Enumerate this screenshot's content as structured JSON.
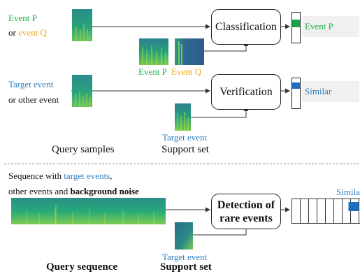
{
  "colors": {
    "event_p": "#1fb24a",
    "event_q": "#f2a81c",
    "target": "#2f7fc4",
    "meter_fill_green": "#17a34a",
    "meter_fill_blue": "#1f6fbf",
    "result_bg": "#f0f0f0"
  },
  "panel1": {
    "query_line1": "Event P",
    "query_line2_prefix": "or ",
    "query_line2_colored": "event Q",
    "support_label_p": "Event P",
    "support_label_q": "Event Q",
    "box_label": "Classification",
    "result": "Event P"
  },
  "panel2": {
    "query_line1": "Target event",
    "query_line2": "or other event",
    "support_label": "Target event",
    "box_label": "Verification",
    "result": "Similar"
  },
  "captions_top": {
    "query": "Query samples",
    "support": "Support set"
  },
  "panel3": {
    "title_prefix": "Sequence with ",
    "title_colored": "target events",
    "title_suffix": ",",
    "line2_prefix": "other events and ",
    "line2_bold": "background noise",
    "box_line1": "Detection of",
    "box_line2": "rare events",
    "support_label": "Target event",
    "result": "Similar",
    "timeline_segments": 10,
    "highlight_segment": 7
  },
  "captions_bottom": {
    "query": "Query sequence",
    "support": "Support set"
  }
}
